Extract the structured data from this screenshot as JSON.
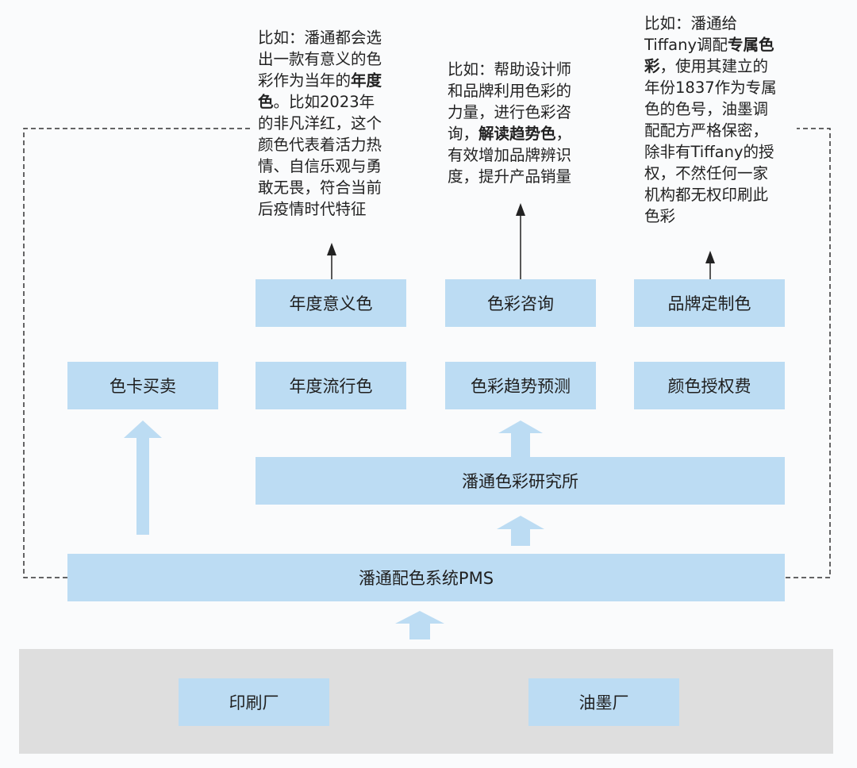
{
  "colors": {
    "box_fill": "#bcdcf3",
    "base_panel": "#dedede",
    "arrow_fill": "#bcdcf3",
    "line": "#333333"
  },
  "boxes": {
    "annual_meaning_color": "年度意义色",
    "color_consulting": "色彩咨询",
    "brand_custom_color": "品牌定制色",
    "color_card_trade": "色卡买卖",
    "annual_trend_color": "年度流行色",
    "color_trend_forecast": "色彩趋势预测",
    "color_license_fee": "颜色授权费",
    "pantone_institute": "潘通色彩研究所",
    "pantone_pms": "潘通配色系统PMS",
    "printing_factory": "印刷厂",
    "ink_factory": "油墨厂"
  },
  "notes": {
    "left": [
      [
        {
          "t": "比如：潘通都会选"
        }
      ],
      [
        {
          "t": "出一款有意义的色"
        }
      ],
      [
        {
          "t": "彩作为当年的"
        },
        {
          "t": "年度",
          "b": true
        }
      ],
      [
        {
          "t": "色",
          "b": true
        },
        {
          "t": "。比如2023年"
        }
      ],
      [
        {
          "t": "的非凡洋红，这个"
        }
      ],
      [
        {
          "t": "颜色代表着活力热"
        }
      ],
      [
        {
          "t": "情、自信乐观与勇"
        }
      ],
      [
        {
          "t": "敢无畏，符合当前"
        }
      ],
      [
        {
          "t": "后疫情时代特征"
        }
      ]
    ],
    "middle": [
      [
        {
          "t": "比如：帮助设计师"
        }
      ],
      [
        {
          "t": "和品牌利用色彩的"
        }
      ],
      [
        {
          "t": "力量，进行色彩咨"
        }
      ],
      [
        {
          "t": "询，"
        },
        {
          "t": "解读趋势色",
          "b": true
        },
        {
          "t": "，"
        }
      ],
      [
        {
          "t": "有效增加品牌辨识"
        }
      ],
      [
        {
          "t": "度，提升产品销量"
        }
      ]
    ],
    "right": [
      [
        {
          "t": "比如：潘通给"
        }
      ],
      [
        {
          "t": "Tiffany调配"
        },
        {
          "t": "专属色",
          "b": true
        }
      ],
      [
        {
          "t": "彩",
          "b": true
        },
        {
          "t": "，使用其建立的"
        }
      ],
      [
        {
          "t": "年份1837作为专属"
        }
      ],
      [
        {
          "t": "色的色号，油墨调"
        }
      ],
      [
        {
          "t": "配配方严格保密，"
        }
      ],
      [
        {
          "t": "除非有Tiffany的授"
        }
      ],
      [
        {
          "t": "权，不然任何一家"
        }
      ],
      [
        {
          "t": "机构都无权印刷此"
        }
      ],
      [
        {
          "t": "色彩"
        }
      ]
    ]
  }
}
